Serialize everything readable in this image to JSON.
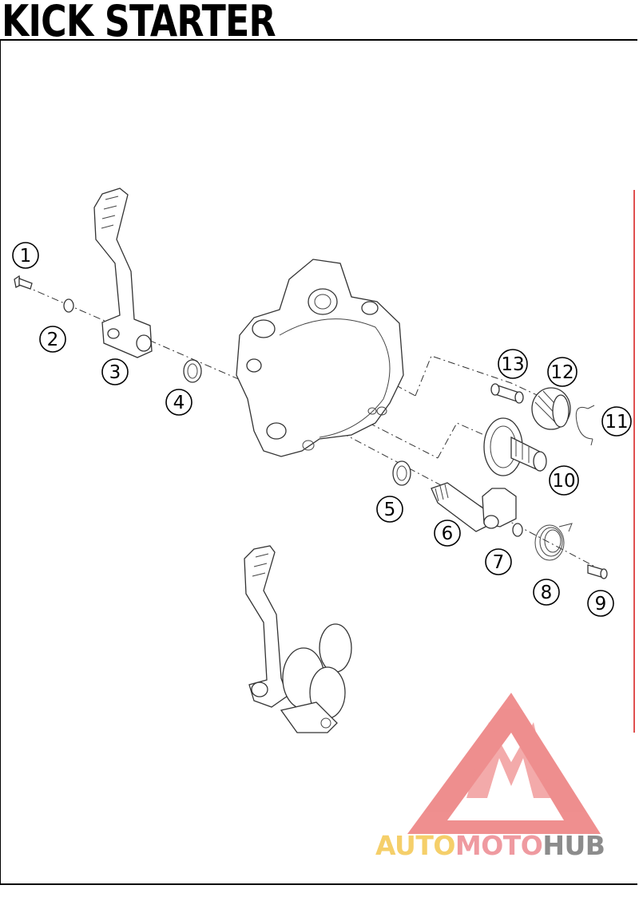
{
  "title": "KICK STARTER",
  "callouts": [
    {
      "label": "1",
      "icon": "numbered-callout-icon"
    },
    {
      "label": "2",
      "icon": "numbered-callout-icon"
    },
    {
      "label": "3",
      "icon": "numbered-callout-icon"
    },
    {
      "label": "4",
      "icon": "numbered-callout-icon"
    },
    {
      "label": "5",
      "icon": "numbered-callout-icon"
    },
    {
      "label": "6",
      "icon": "numbered-callout-icon"
    },
    {
      "label": "7",
      "icon": "numbered-callout-icon"
    },
    {
      "label": "8",
      "icon": "numbered-callout-icon"
    },
    {
      "label": "9",
      "icon": "numbered-callout-icon"
    },
    {
      "label": "10",
      "icon": "numbered-callout-icon"
    },
    {
      "label": "11",
      "icon": "numbered-callout-icon"
    },
    {
      "label": "12",
      "icon": "numbered-callout-icon"
    },
    {
      "label": "13",
      "icon": "numbered-callout-icon"
    }
  ],
  "watermark": {
    "part1": "AUTO",
    "part2": "MOTO",
    "part3": "HUB",
    "colors": {
      "part1": "#f5cf6a",
      "part2": "#ef9aa0",
      "part3": "#8c8c8c",
      "logo": "#ec7b7b"
    }
  }
}
